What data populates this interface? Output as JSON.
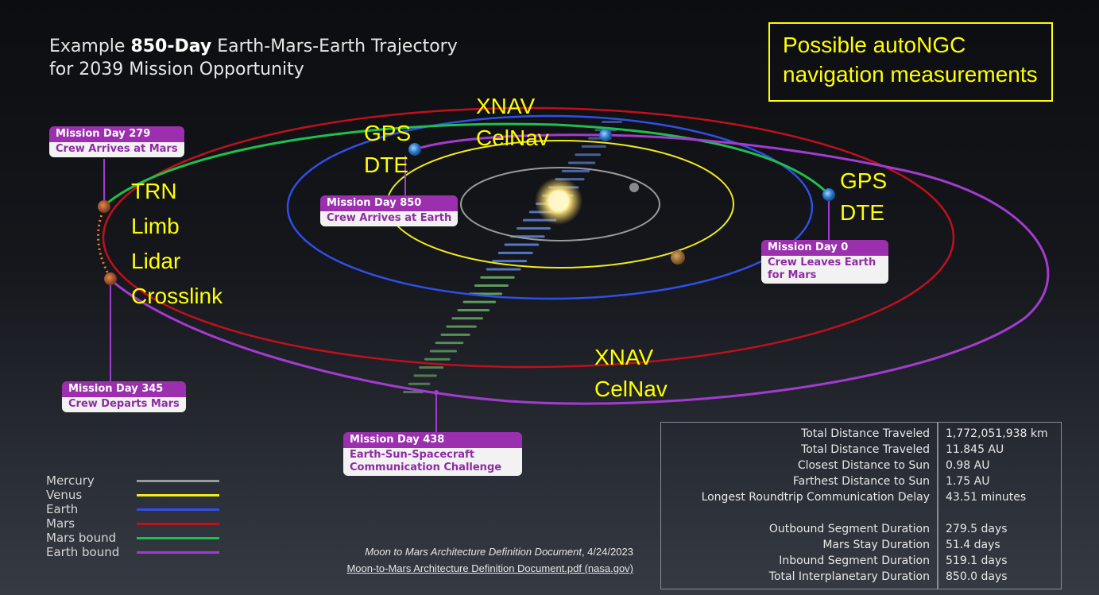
{
  "title": {
    "prefix": "Example ",
    "bold": "850-Day",
    "suffix": " Earth-Mars-Earth Trajectory",
    "line2": "for 2039 Mission Opportunity"
  },
  "autongc_box": {
    "line1": "Possible autoNGC",
    "line2": "navigation measurements"
  },
  "measurements": {
    "gps_dte_left": [
      "GPS",
      "DTE"
    ],
    "xnav_celnav_top": [
      "XNAV",
      "CelNav"
    ],
    "gps_dte_right": [
      "GPS",
      "DTE"
    ],
    "mars_methods": [
      "TRN",
      "Limb",
      "Lidar",
      "Crosslink"
    ],
    "xnav_celnav_bottom": [
      "XNAV",
      "CelNav"
    ]
  },
  "callouts": {
    "day279": {
      "head": "Mission Day 279",
      "body": "Crew Arrives at Mars"
    },
    "day850": {
      "head": "Mission Day 850",
      "body": "Crew Arrives at Earth"
    },
    "day0": {
      "head": "Mission Day 0",
      "body": "Crew Leaves Earth\nfor Mars"
    },
    "day345": {
      "head": "Mission Day 345",
      "body": "Crew Departs Mars"
    },
    "day438": {
      "head": "Mission Day 438",
      "body": "Earth-Sun-Spacecraft\nCommunication Challenge"
    }
  },
  "legend": [
    {
      "label": "Mercury",
      "color": "#9a9a9a"
    },
    {
      "label": "Venus",
      "color": "#f2ea1c"
    },
    {
      "label": "Earth",
      "color": "#2f4fe6"
    },
    {
      "label": "Mars",
      "color": "#c0101c"
    },
    {
      "label": "Mars bound",
      "color": "#1fbf4f"
    },
    {
      "label": "Earth bound",
      "color": "#a33bd0"
    }
  ],
  "citation": {
    "doc": "Moon to Mars Architecture Definition Document",
    "date": ", 4/24/2023",
    "link": "Moon-to-Mars Architecture Definition Document.pdf (nasa.gov)"
  },
  "stats": [
    {
      "label": "Total Distance Traveled",
      "value": "1,772,051,938 km"
    },
    {
      "label": "Total Distance Traveled",
      "value": "11.845 AU"
    },
    {
      "label": "Closest Distance to Sun",
      "value": "0.98 AU"
    },
    {
      "label": "Farthest Distance to Sun",
      "value": "1.75 AU"
    },
    {
      "label": "Longest Roundtrip Communication Delay",
      "value": "43.51 minutes"
    },
    {
      "label": "Outbound Segment Duration",
      "value": "279.5 days"
    },
    {
      "label": "Mars Stay Duration",
      "value": "51.4 days"
    },
    {
      "label": "Inbound Segment Duration",
      "value": "519.1 days"
    },
    {
      "label": "Total Interplanetary Duration",
      "value": "850.0 days"
    }
  ],
  "colors": {
    "accent_yellow": "#ffff00",
    "callout_purple": "#9b2fae",
    "earth_bound": "#a33bd0",
    "mars_bound": "#1fbf4f"
  }
}
